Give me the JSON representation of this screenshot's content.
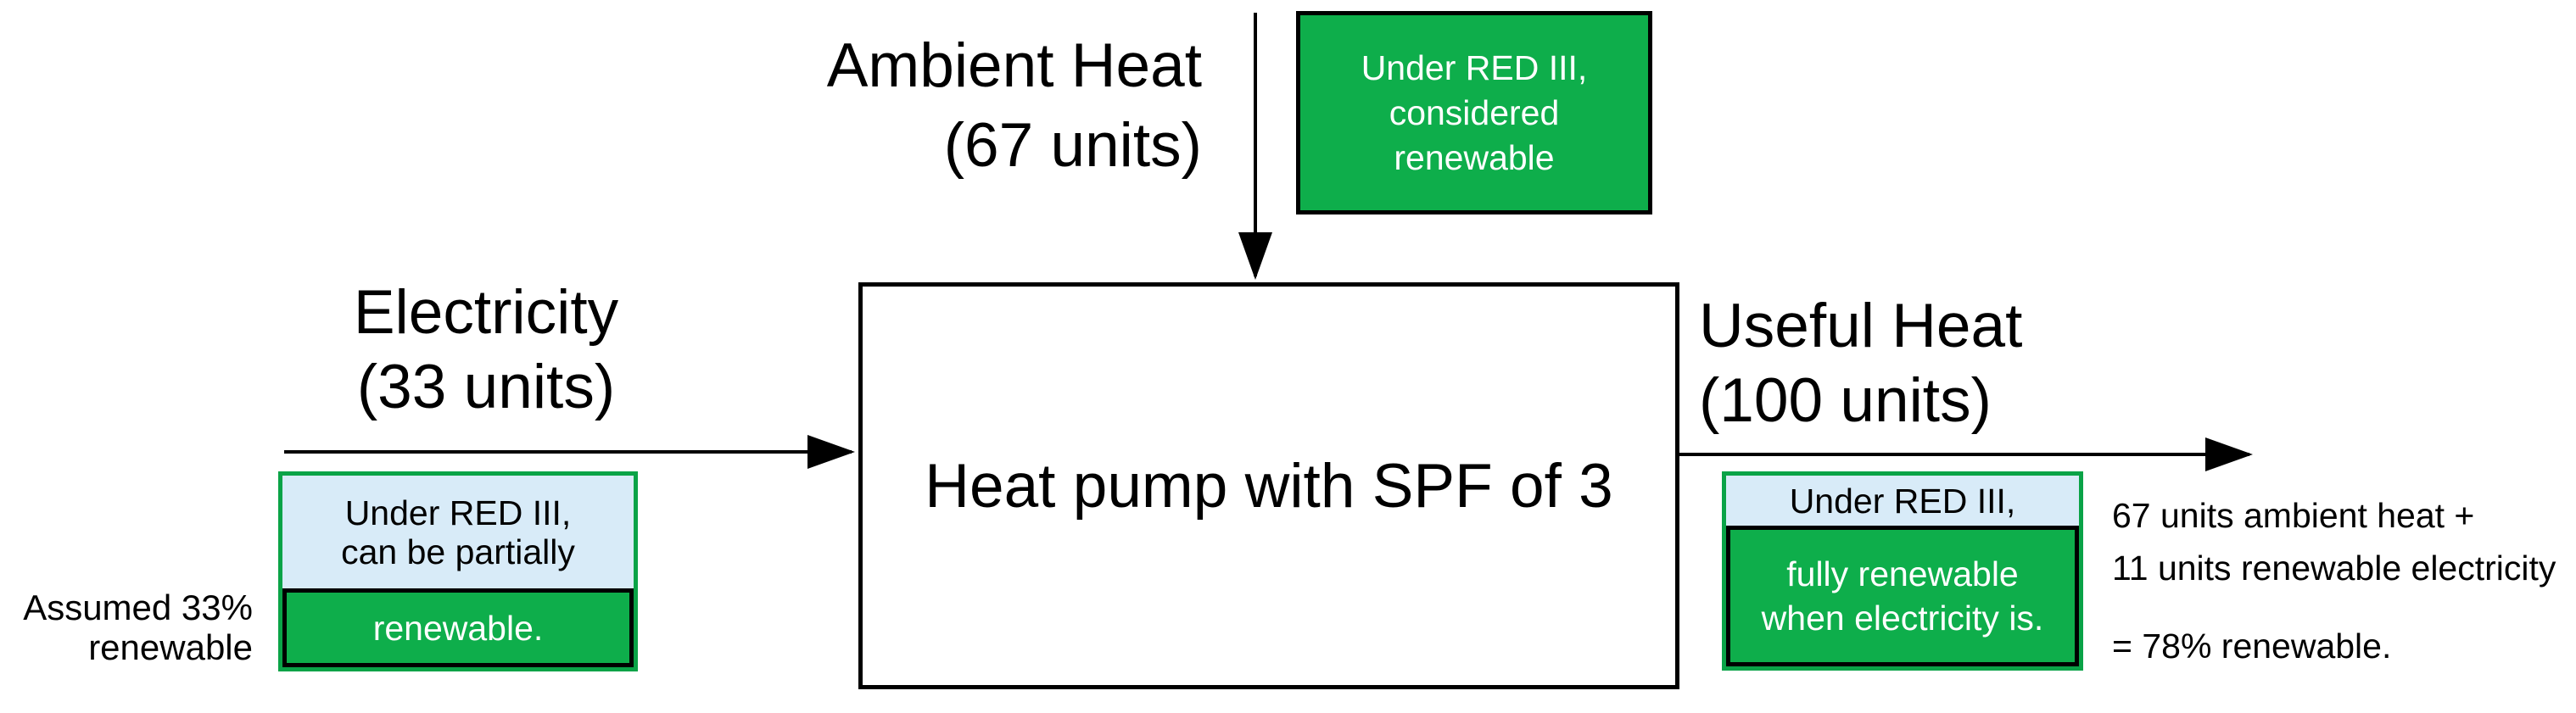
{
  "colors": {
    "background": "#ffffff",
    "green": "#0eae4b",
    "green_border": "#0aa347",
    "light_blue": "#d8ebf8",
    "line": "#000000",
    "text": "#000000",
    "text_on_green": "#ffffff"
  },
  "flows": {
    "ambient": {
      "label_line1": "Ambient Heat",
      "label_line2": "(67 units)"
    },
    "electricity": {
      "label_line1": "Electricity",
      "label_line2": "(33 units)"
    },
    "useful": {
      "label_line1": "Useful Heat",
      "label_line2": "(100 units)"
    }
  },
  "process_box": {
    "label": "Heat pump with SPF of 3"
  },
  "callouts": {
    "ambient": {
      "lines": [
        "Under RED III,",
        "considered",
        "renewable"
      ]
    },
    "electricity": {
      "blue_lines": [
        "Under RED III,",
        "can be partially"
      ],
      "green_lines": [
        "renewable."
      ]
    },
    "useful": {
      "blue_lines": [
        "Under RED III,"
      ],
      "green_lines": [
        "fully renewable",
        "when electricity is."
      ]
    }
  },
  "annotations": {
    "assumed": {
      "line1": "Assumed 33%",
      "line2": "renewable"
    },
    "result": {
      "line1": "67 units ambient heat +",
      "line2": "11 units renewable electricity",
      "line3": "= 78% renewable."
    }
  }
}
